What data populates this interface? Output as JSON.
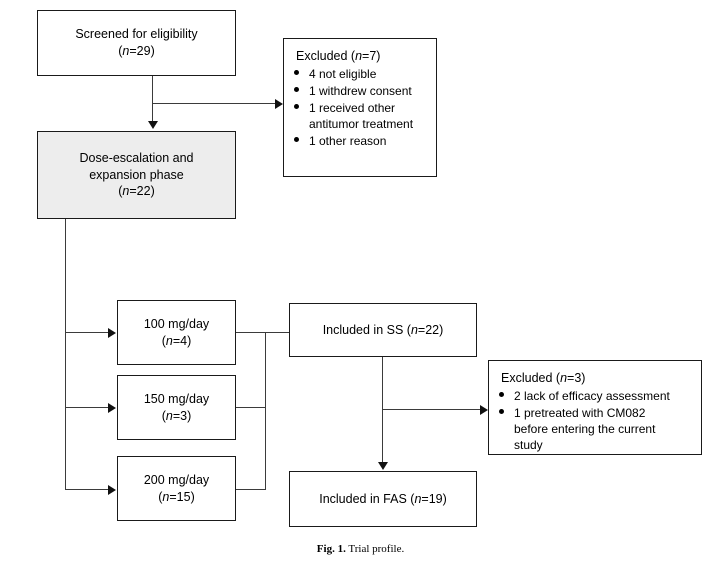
{
  "figure": {
    "caption_label": "Fig. 1.",
    "caption_text": "Trial profile.",
    "shaded_fill": "#ededed",
    "line_color": "#3b3b3b",
    "border_color": "#1a1a1a"
  },
  "nodes": {
    "screened": {
      "line1": "Screened for eligibility",
      "line2_pre": "(",
      "line2_italic": "n",
      "line2_post": "=29)"
    },
    "dose_phase": {
      "line1": "Dose-escalation and",
      "line2": "expansion phase",
      "line3_pre": "(",
      "line3_italic": "n",
      "line3_post": "=22)"
    },
    "excluded_1": {
      "title_pre": "Excluded (",
      "title_italic": "n",
      "title_post": "=7)",
      "items": [
        {
          "text": "4 not eligible"
        },
        {
          "text": "1 withdrew consent"
        },
        {
          "text": "1 received other",
          "cont": "antitumor treatment"
        },
        {
          "text": "1 other reason"
        }
      ]
    },
    "dose_100": {
      "line1": "100 mg/day",
      "line2_pre": "(",
      "line2_italic": "n",
      "line2_post": "=4)"
    },
    "dose_150": {
      "line1": "150 mg/day",
      "line2_pre": "(",
      "line2_italic": "n",
      "line2_post": "=3)"
    },
    "dose_200": {
      "line1": "200 mg/day",
      "line2_pre": "(",
      "line2_italic": "n",
      "line2_post": "=15)"
    },
    "included_ss": {
      "line1_pre": "Included in SS (",
      "line1_italic": "n",
      "line1_post": "=22)"
    },
    "excluded_2": {
      "title_pre": "Excluded (",
      "title_italic": "n",
      "title_post": "=3)",
      "items": [
        {
          "text": "2 lack of efficacy assessment"
        },
        {
          "text": "1 pretreated with CM082",
          "cont": "before entering the current",
          "cont2": "study"
        }
      ]
    },
    "included_fas": {
      "line1_pre": "Included in FAS (",
      "line1_italic": "n",
      "line1_post": "=19)"
    }
  }
}
